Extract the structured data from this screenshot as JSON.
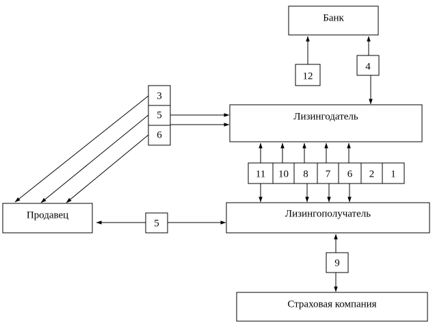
{
  "nodes": {
    "bank": "Банк",
    "lessor": "Лизингодатель",
    "seller": "Продавец",
    "lessee": "Лизингополучатель",
    "insurer": "Страховая компания"
  },
  "flows": {
    "seller_lessor": [
      "3",
      "5",
      "6"
    ],
    "lessor_lessee": [
      "11",
      "10",
      "8",
      "7",
      "6",
      "2",
      "1"
    ],
    "bank_out": "12",
    "bank_in": "4",
    "seller_lessee": "5",
    "lessee_insurer": "9"
  }
}
